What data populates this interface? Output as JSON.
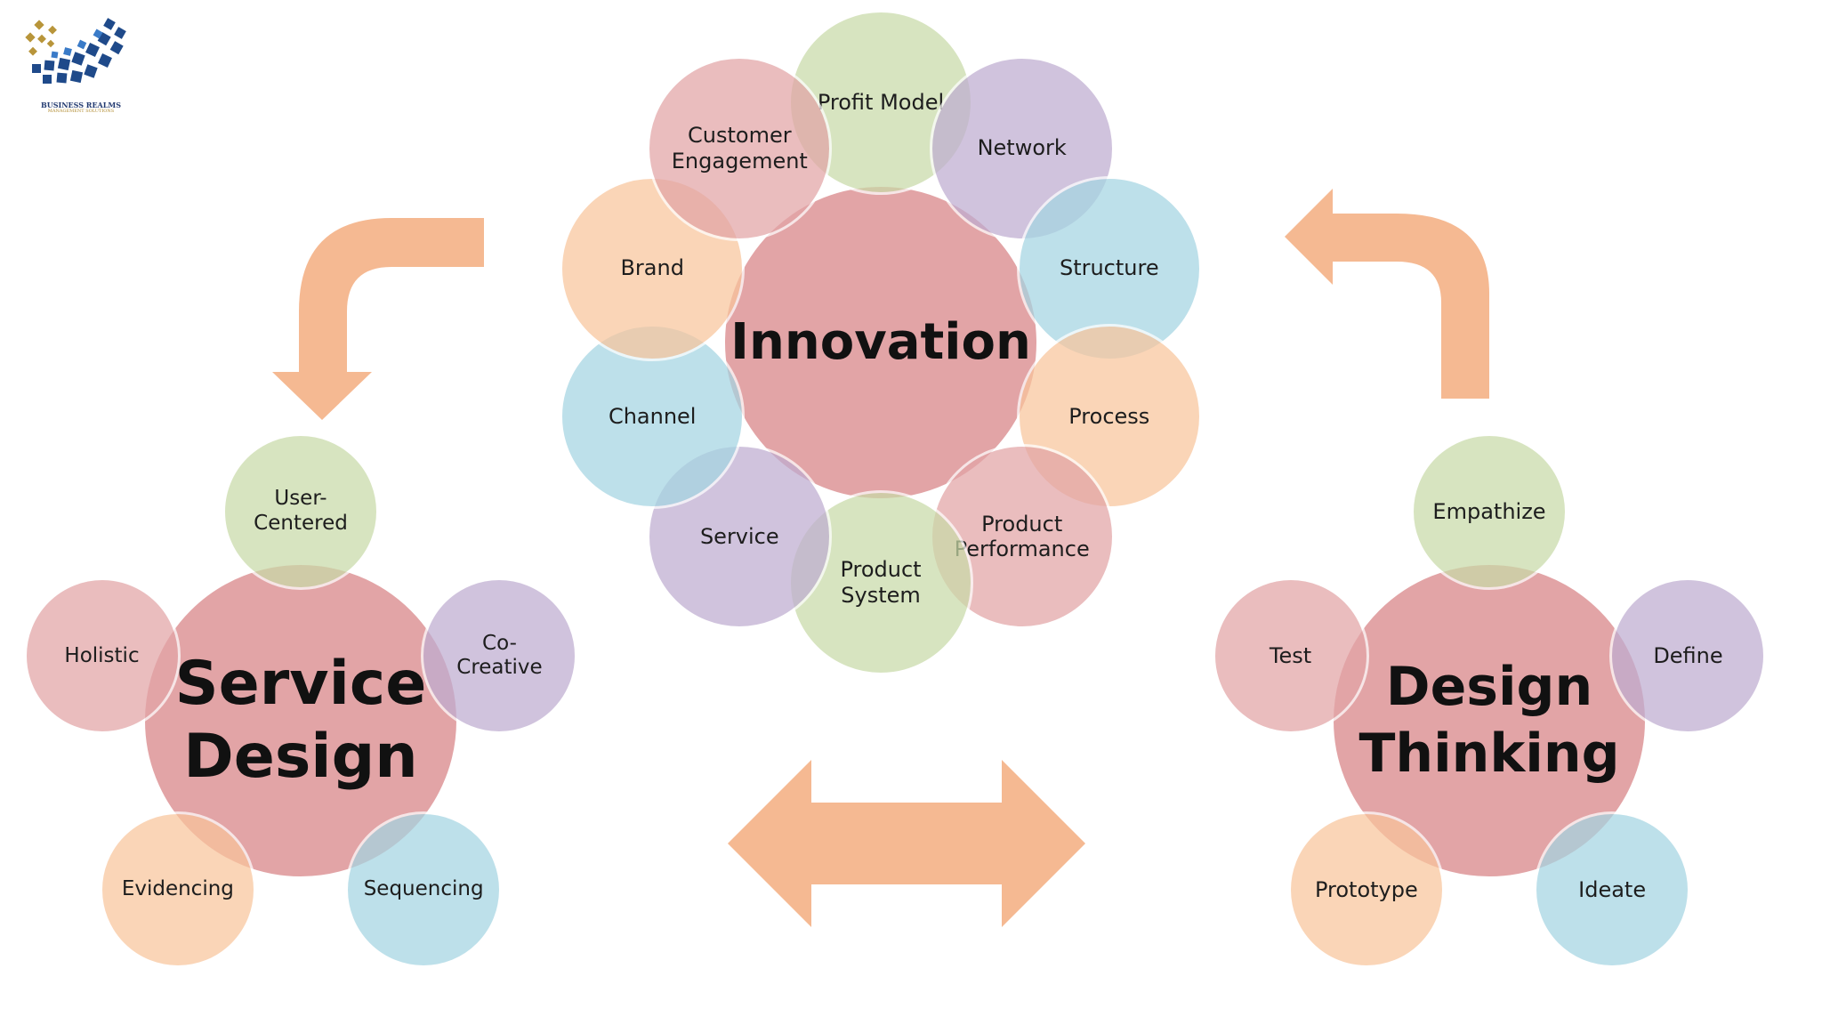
{
  "logo": {
    "icon": "globe-grid-logo-icon",
    "name": "BUSINESS REALMS",
    "tagline": "MANAGEMENT SOLUTIONS"
  },
  "colors": {
    "center": "#e2a4a6",
    "green": "#c9dba8",
    "purple": "#bfadd1",
    "blue": "#a5d5e2",
    "orange": "#f9c59c",
    "red": "#e2a4a6",
    "arrow": "#f5b992"
  },
  "innovation": {
    "title": "Innovation",
    "petals": [
      {
        "label": "Profit Model",
        "color": "green"
      },
      {
        "label": "Network",
        "color": "purple"
      },
      {
        "label": "Structure",
        "color": "blue"
      },
      {
        "label": "Process",
        "color": "orange"
      },
      {
        "label": "Product\nPerformance",
        "color": "red"
      },
      {
        "label": "Product\nSystem",
        "color": "green"
      },
      {
        "label": "Service",
        "color": "purple"
      },
      {
        "label": "Channel",
        "color": "blue"
      },
      {
        "label": "Brand",
        "color": "orange"
      },
      {
        "label": "Customer\nEngagement",
        "color": "red"
      }
    ]
  },
  "service_design": {
    "title": "Service\nDesign",
    "petals": [
      {
        "label": "User-\nCentered",
        "color": "green"
      },
      {
        "label": "Co-\nCreative",
        "color": "purple"
      },
      {
        "label": "Sequencing",
        "color": "blue"
      },
      {
        "label": "Evidencing",
        "color": "orange"
      },
      {
        "label": "Holistic",
        "color": "red"
      }
    ]
  },
  "design_thinking": {
    "title": "Design\nThinking",
    "petals": [
      {
        "label": "Empathize",
        "color": "green"
      },
      {
        "label": "Define",
        "color": "purple"
      },
      {
        "label": "Ideate",
        "color": "blue"
      },
      {
        "label": "Prototype",
        "color": "orange"
      },
      {
        "label": "Test",
        "color": "red"
      }
    ]
  },
  "arrows": [
    {
      "name": "curved-arrow-down-left",
      "direction": "down"
    },
    {
      "name": "curved-arrow-up-left",
      "direction": "left"
    },
    {
      "name": "double-arrow-horizontal",
      "direction": "both"
    }
  ]
}
